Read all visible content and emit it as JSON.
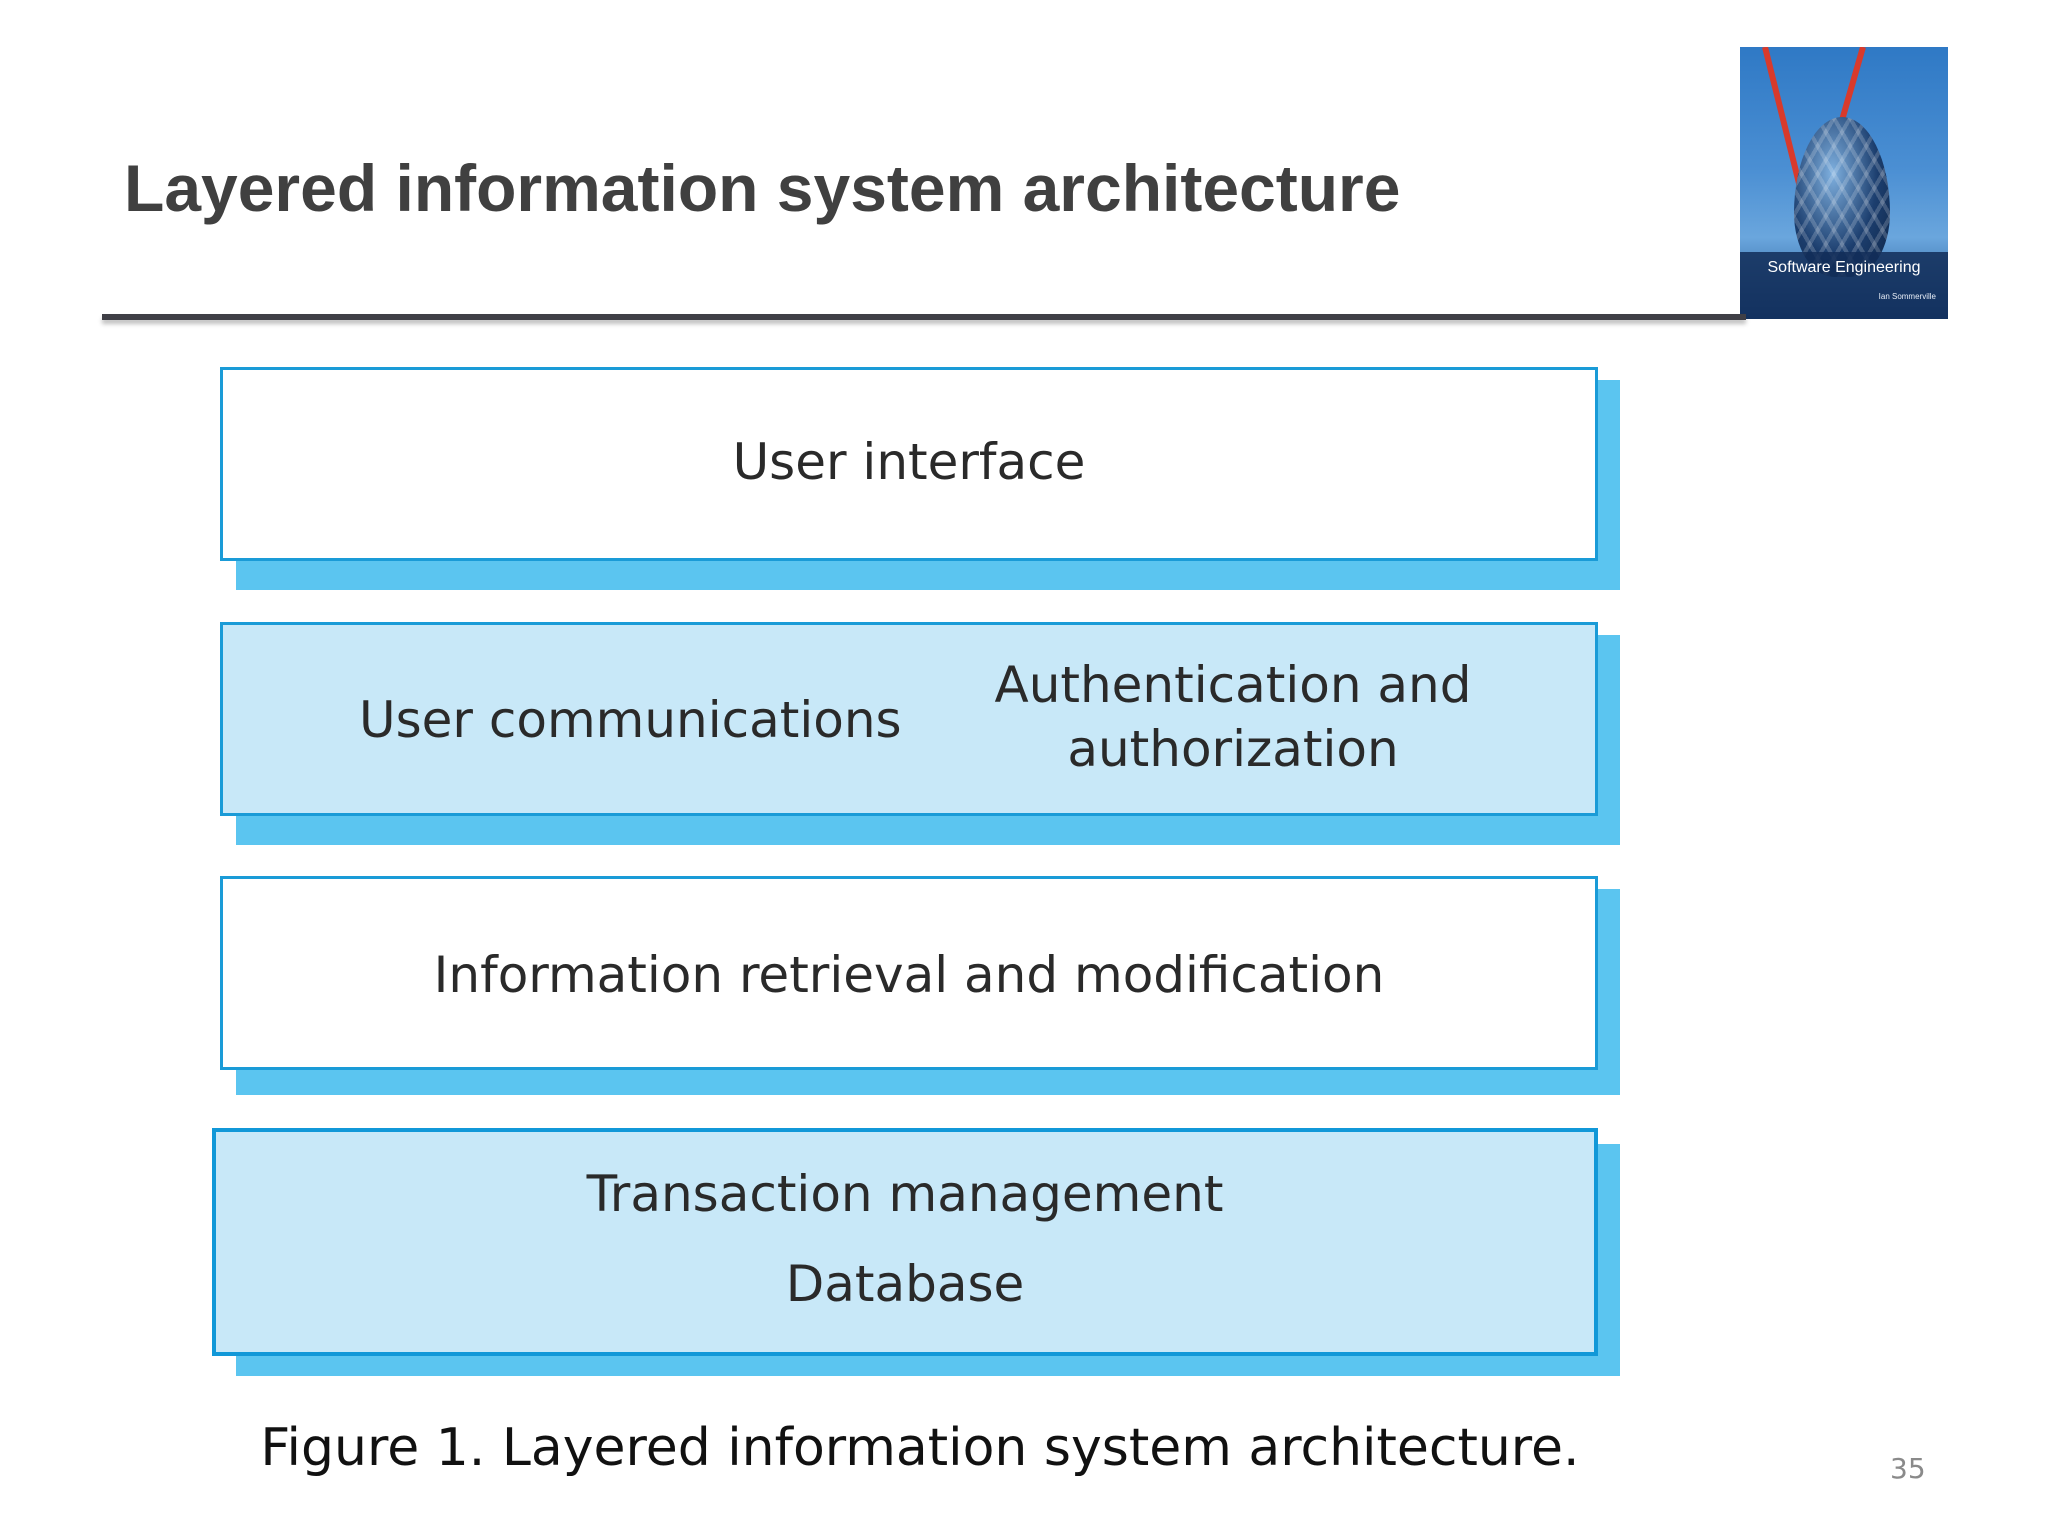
{
  "slide": {
    "title": "Layered information system architecture",
    "page_number": "35"
  },
  "book_cover": {
    "title": "Software Engineering",
    "author": "Ian Sommerville"
  },
  "diagram": {
    "layers": [
      {
        "labels": [
          "User interface"
        ]
      },
      {
        "labels": [
          "User communications",
          "Authentication and",
          "authorization"
        ]
      },
      {
        "labels": [
          "Information retrieval and modification"
        ]
      },
      {
        "labels": [
          "Transaction management",
          "Database"
        ]
      }
    ],
    "colors": {
      "border": "#1a9bd7",
      "shadow": "#5bc5f0",
      "light_fill": "#c8e8f8",
      "white_fill": "#ffffff"
    }
  },
  "caption": "Figure 1. Layered information system architecture."
}
